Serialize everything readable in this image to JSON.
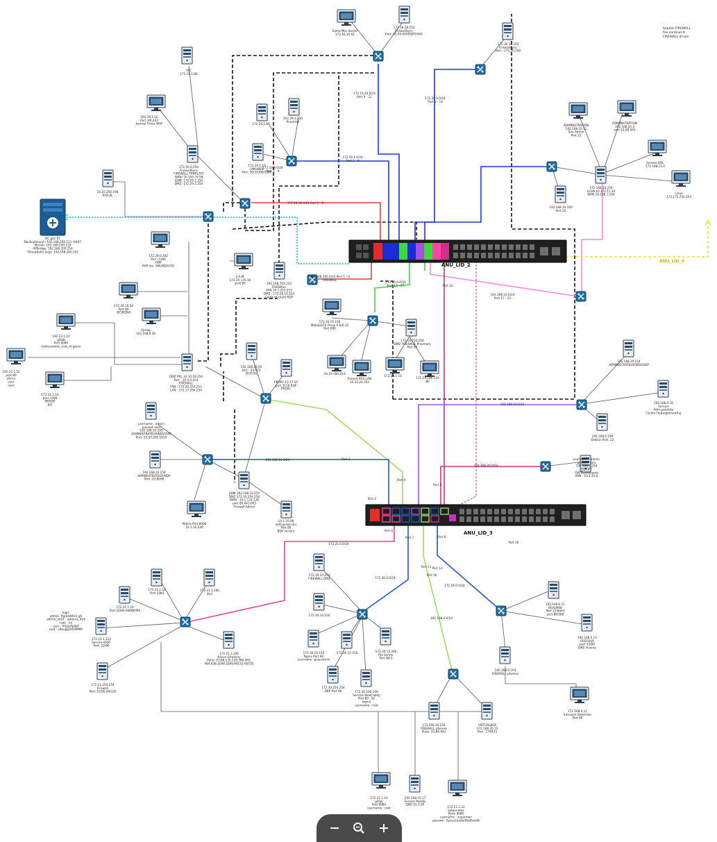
{
  "header_note": "Sophos FIREWALL\nfire.cordinet.lt\nFIREWALL drcaln",
  "switch_labels": {
    "top": "ANU_LID_2",
    "bottom": "ANU_LID_3"
  },
  "yellow_link_label": "ANU_LID_4",
  "devices": [
    {
      "id": "fw",
      "type": "firewall",
      "label": "DC.gen 05\nBackupSearch: 192.168.200.111 !0407\nManuk: 192.168.200.110\nIP/Bridge: 192.168.200.254\nThreatdefsr (log): 192.168.200.252"
    },
    {
      "id": "s1",
      "type": "server",
      "label": "ISO\n172.29.1.80"
    },
    {
      "id": "pc1",
      "type": "pc",
      "label": "192.29.1.10\nPort :80,443\nJournal Times WAF"
    },
    {
      "id": "s2",
      "type": "server",
      "label": "172.16.0.254\nFirewallSync\nFIREWALL TEMPLATE\nWAN: 10.150.79.58\nADM: 172.29.1.254\nDMZ: 172.29.2.254"
    },
    {
      "id": "s3",
      "type": "server",
      "label": "10.10.250.198\nRFD.W."
    },
    {
      "id": "pc2",
      "type": "pc",
      "label": "172.29.0.282\nPort :3389\nODP\nRAP vm: ANU/NDV/AD"
    },
    {
      "id": "pc3",
      "type": "pc",
      "label": "S.A.M.\n172.25.170.10\nport 80"
    },
    {
      "id": "pc4",
      "type": "pc",
      "label": "172.28.10.58\nPort 80\nDCWEBUI"
    },
    {
      "id": "pc5",
      "type": "pc",
      "label": "Syslog\n192.168.0.20"
    },
    {
      "id": "pc6",
      "type": "pc",
      "label": "192.22.1.10\ngitlab\nPort 8080\nroot/ssamiou_root_dr.green"
    },
    {
      "id": "pc7",
      "type": "pc",
      "label": "192.22.1.52\nport 80\nsilenu\nuser\nuser"
    },
    {
      "id": "pc8",
      "type": "pc",
      "label": "172.21.2.10\nport 3389\nMSRDP\nJtD"
    },
    {
      "id": "s4",
      "type": "server",
      "label": "DMZ PRL 10.10.19.254\nPort : 10.0.0.254\nFIREWALL\nFAN : 172.29.254.253\nLAN : 172.17.254.254"
    },
    {
      "id": "s5",
      "type": "server",
      "label": "192.168.29.20\nPort : 25/TCS\nDCR!26"
    },
    {
      "id": "s6",
      "type": "server",
      "label": "PROXY 10.17.10\nport 3128 RDP\nPROXY"
    },
    {
      "id": "s7",
      "type": "server",
      "label": "192.168.203.253\nFIREWALL\nPAN 10.1.253.253\nDMZ : 172.28.10.253\nCards of client RDP"
    },
    {
      "id": "s8",
      "type": "server",
      "label": "172.29.1.80"
    },
    {
      "id": "s9",
      "type": "server",
      "label": "192.29.1.250\nProxmHz"
    },
    {
      "id": "s10",
      "type": "server",
      "label": "172.29.1.10\nDMSWEB\nPort: 20/33306/3389"
    },
    {
      "id": "pc9",
      "type": "pc",
      "label": "Sama Mev Server\n172.16.20.61"
    },
    {
      "id": "s11",
      "type": "server",
      "label": "172.18.28.254\nFirewallSync\nPort: 02,04,000(RDP)/443"
    },
    {
      "id": "s12",
      "type": "server",
      "label": "172.30.10.254\nFirewallSync\nPort : 172.20.200"
    },
    {
      "id": "pc10",
      "type": "pc",
      "label": "ADMINISTRATION\n192.168.10.11\nSite Admin\nPort 22"
    },
    {
      "id": "pc11",
      "type": "pc",
      "label": "ADMINISTRATION\n192.168.10.3\nport 22,80,443"
    },
    {
      "id": "pc12",
      "type": "pc",
      "label": "Service RDL\n172.188.11.4"
    },
    {
      "id": "pc13",
      "type": "pc",
      "label": "Linux\n172.172.254.254"
    },
    {
      "id": "s13",
      "type": "server",
      "label": "192.168.10.100\nPort 22"
    },
    {
      "id": "s14",
      "type": "server",
      "label": "172.168.10.254\nVLAN 10:172.11.16\nWAN 10.168.1.254"
    },
    {
      "id": "pc14",
      "type": "pc",
      "label": "172.16.10.100\nMobileSITE Proxy 0.0/0.10\nPort 880"
    },
    {
      "id": "s15",
      "type": "server",
      "label": "172.18.254.254\nDMZ FIREWALL Proxmark\nPort 80"
    },
    {
      "id": "pc15",
      "type": "pc",
      "label": "10.10.180.254"
    },
    {
      "id": "pc16",
      "type": "pc",
      "label": "Proxmt.RAS.LAN\n10.10.20.252"
    },
    {
      "id": "pc17",
      "type": "pc",
      "label": "172.29.1.10"
    },
    {
      "id": "pc18",
      "type": "pc",
      "label": "172.29.180.103\n80"
    },
    {
      "id": "s16",
      "type": "server",
      "label": "192.168.20.254\nADMINISTRATEUR/NDV/DAP"
    },
    {
      "id": "s17",
      "type": "server",
      "label": "192.168.0.16\nService\nAdm.pandoka\nCentre Hebergement/ha"
    },
    {
      "id": "s18",
      "type": "server",
      "label": "192.168.0.199\nDebian Port: 22"
    },
    {
      "id": "s19",
      "type": "server",
      "label": "username : admin\npasswd: toor\n192.168.0.254\nDDRIFT\nGW Dashboards\nARN : 10.1.10.0"
    },
    {
      "id": "s20",
      "type": "server",
      "label": "username : admin\npasswd: toor\n192.168.10.200\nADMINISTRATEUR/NDV/DAP\nPort :10,03,200,1010"
    },
    {
      "id": "s21",
      "type": "server",
      "label": "192.168.10.154\nADMINISTRATEUR/NDV\nPort :22,8098"
    },
    {
      "id": "s22",
      "type": "server",
      "label": "ADM 192.168.10.254\nDMZ 172.10.254.254\nWAN : 10.1.123.126\nport 80,443,003\nFirewall:Admin"
    },
    {
      "id": "pc19",
      "type": "pc",
      "label": "Matrix Port 8006\n10.1.10.249"
    },
    {
      "id": "s23",
      "type": "server",
      "label": "10.1.10.98\nweb.great.shu\nPort 80\nBDV ve:Ipro"
    },
    {
      "id": "s24",
      "type": "server",
      "label": "172.21.1.10\nPort 3389"
    },
    {
      "id": "s25",
      "type": "server",
      "label": "172.21.1.100\nBull"
    },
    {
      "id": "s26",
      "type": "server",
      "label": "172.21.1.10\nPort 22/80,ANONYMS"
    },
    {
      "id": "s27",
      "type": "server",
      "label": "172.21.1.123\nService OSPF\nPort: 22/80"
    },
    {
      "id": "s28",
      "type": "server",
      "label": "172.21.254.254\nFirewall\nPort: 53,80,443,02"
    },
    {
      "id": "s29",
      "type": "server",
      "label": "172.21.1.100\nActive Directory\nPorts: 53,88,135,139,389,445,\n464,636,3268,3269,49152-65535"
    },
    {
      "id": "s30",
      "type": "server",
      "label": "172.30.10.254\nFIREWALL DMZ"
    },
    {
      "id": "s31",
      "type": "server",
      "label": "172.30.10.100"
    },
    {
      "id": "s32",
      "type": "server",
      "label": "172.30.10.150\nNginx Port 80\nusername: guacadmin"
    },
    {
      "id": "s33",
      "type": "server",
      "label": "172.30.10.150"
    },
    {
      "id": "s34",
      "type": "server",
      "label": "172.30.10.200\nFile Server\nPort 80/3"
    },
    {
      "id": "s35",
      "type": "server",
      "label": "172.30.254.254\nDBP Port 80"
    },
    {
      "id": "s36",
      "type": "server",
      "label": "172.30.100.109\nService WebCaddy\nPort 80 : 02\nlogin1\nusername : root"
    },
    {
      "id": "s37",
      "type": "server",
      "label": "172.168.20.254\nFIREWALL pfsense\nPorts: 53,80,443"
    },
    {
      "id": "s38",
      "type": "server",
      "label": "VIRTUALBOX\n172.168.20.13\nPort : 179433"
    },
    {
      "id": "s39",
      "type": "server",
      "label": "192.168.0.11\nREALM08\nPort 22/8443\nport 88/389"
    },
    {
      "id": "s40",
      "type": "server",
      "label": "192.168.0.13\nOSSFOUR\nport 22/80\nDNS Inverse"
    },
    {
      "id": "s41",
      "type": "server",
      "label": "192.168.0.254\nFIREWALL pfsense"
    },
    {
      "id": "pc20",
      "type": "pc",
      "label": "172.168.0.12\nIntrusion Detection\nPort 80"
    },
    {
      "id": "pc21",
      "type": "pc",
      "label": "172.21.1.10\ngitlab\nPort 8080\nusername : root"
    },
    {
      "id": "s42",
      "type": "server",
      "label": "192.168.10.17\nService MySQL\nDNS:53.3.04"
    },
    {
      "id": "pc22",
      "type": "pc",
      "label": "172.21.1.22\nkubernetes\nPorts 8080\nusername : superman\npasswd : SpaceLoaderBroBrom8"
    },
    {
      "id": "s43",
      "type": "server",
      "label": "login\nadmin: P@$$W0rd_g0\nadmin_vd21 : admina_d18\nuser : lol\nuser : Hh@pTe4sP\nroot : sRuug@H55MM5"
    }
  ],
  "link_labels": [
    "172.16.20.0/24\nPort 9 - 12",
    "172.30.0.0/24\nPort 1 - 14",
    "172.29.1.0/24\nPort 1 - 8",
    "172.16.8.0/24\nPort 1 - 8",
    "172.18.28.0/24 Port 1 - 8",
    "192.168.200.0/24 Port 1 - 8\nFIREWALL",
    "172.16.0.0/24\nPort 13 - 17",
    "Port 23",
    "192.168.10.0/24\nPort 17 - 22",
    "192.168.10.0/24",
    "192.168.20.0/24",
    "192.168.10.0/24",
    "Port 2",
    "Port 3",
    "Port 4",
    "Port 5",
    "Port 6",
    "Port 7",
    "Port 8",
    "Port 10",
    "Port 11",
    "Port 14",
    "Port 16",
    "172.21.0.0/24",
    "172.30.0.0/24",
    "192.168.0.0/24",
    "172.16.0.0/24"
  ]
}
